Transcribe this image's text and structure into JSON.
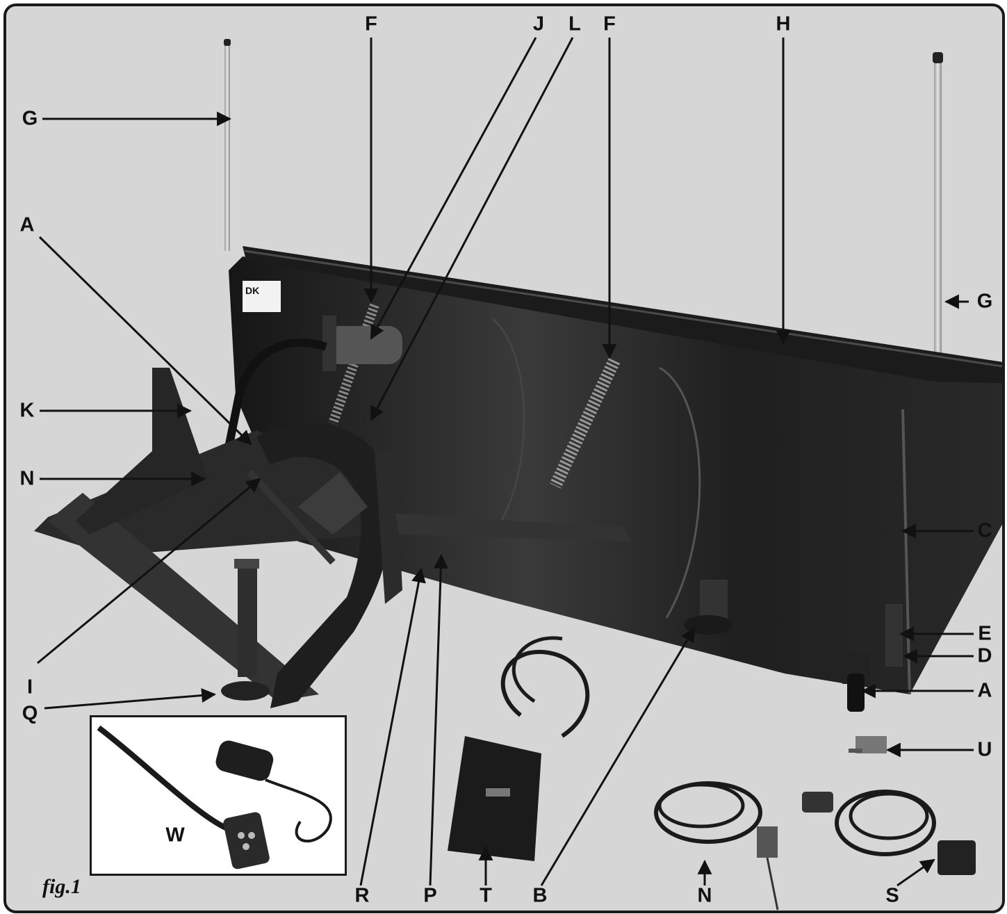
{
  "figure_label": "fig.1",
  "callouts": [
    {
      "id": "G-left",
      "text": "G"
    },
    {
      "id": "F-left",
      "text": "F"
    },
    {
      "id": "J",
      "text": "J"
    },
    {
      "id": "L",
      "text": "L"
    },
    {
      "id": "F-right",
      "text": "F"
    },
    {
      "id": "H",
      "text": "H"
    },
    {
      "id": "G-right",
      "text": "G"
    },
    {
      "id": "A-left",
      "text": "A"
    },
    {
      "id": "K",
      "text": "K"
    },
    {
      "id": "N-left",
      "text": "N"
    },
    {
      "id": "C",
      "text": "C"
    },
    {
      "id": "E",
      "text": "E"
    },
    {
      "id": "D",
      "text": "D"
    },
    {
      "id": "A-right",
      "text": "A"
    },
    {
      "id": "U",
      "text": "U"
    },
    {
      "id": "I",
      "text": "I"
    },
    {
      "id": "Q",
      "text": "Q"
    },
    {
      "id": "R",
      "text": "R"
    },
    {
      "id": "P",
      "text": "P"
    },
    {
      "id": "T",
      "text": "T"
    },
    {
      "id": "B",
      "text": "B"
    },
    {
      "id": "N-bottom",
      "text": "N"
    },
    {
      "id": "S",
      "text": "S"
    },
    {
      "id": "W",
      "text": "W"
    }
  ]
}
